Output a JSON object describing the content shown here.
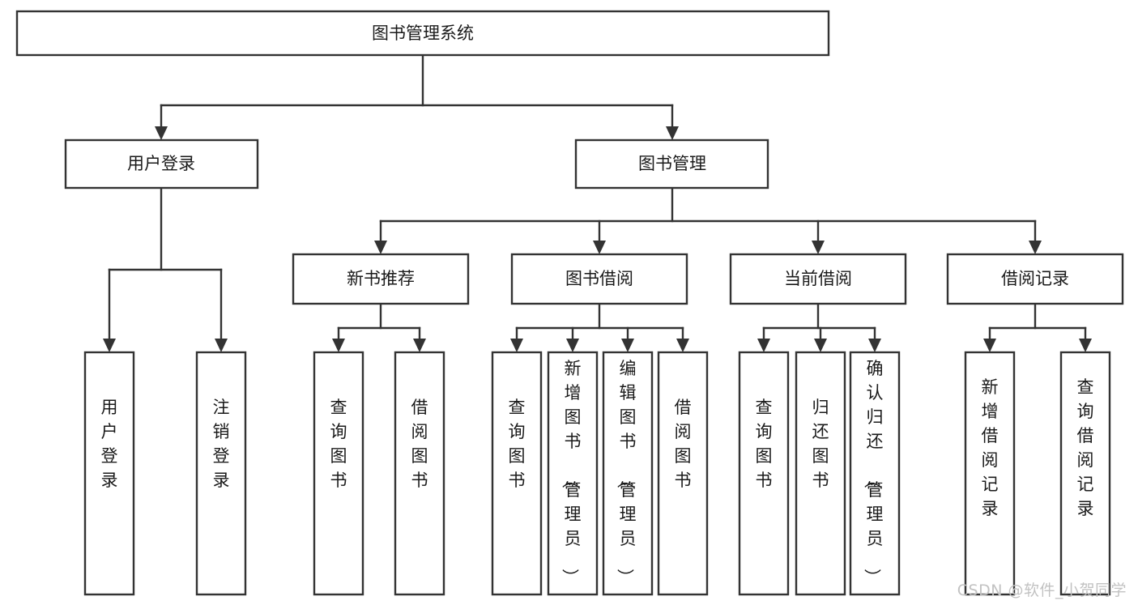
{
  "diagram": {
    "type": "tree",
    "title": "图书管理系统",
    "orientation": "top-down",
    "colors": {
      "box_stroke": "#333333",
      "box_fill": "#ffffff",
      "text": "#1a1a1a",
      "background": "#ffffff",
      "watermark": "#c2c2c2"
    },
    "root": {
      "label": "图书管理系统"
    },
    "level1": [
      {
        "label": "用户登录"
      },
      {
        "label": "图书管理"
      }
    ],
    "level2": [
      {
        "label": "新书推荐"
      },
      {
        "label": "图书借阅"
      },
      {
        "label": "当前借阅"
      },
      {
        "label": "借阅记录"
      }
    ],
    "leaves": {
      "user_login": [
        {
          "label": "用户登录"
        },
        {
          "label": "注销登录"
        }
      ],
      "new_book_recommend": [
        {
          "label": "查询图书"
        },
        {
          "label": "借阅图书"
        }
      ],
      "book_borrow": [
        {
          "label": "查询图书"
        },
        {
          "label": "新增图书（管理员）"
        },
        {
          "label": "编辑图书（管理员）"
        },
        {
          "label": "借阅图书"
        }
      ],
      "current_borrow": [
        {
          "label": "查询图书"
        },
        {
          "label": "归还图书"
        },
        {
          "label": "确认归还（管理员）"
        }
      ],
      "borrow_record": [
        {
          "label": "新增借阅记录"
        },
        {
          "label": "查询借阅记录"
        }
      ]
    }
  },
  "watermark": {
    "text": "CSDN @软件_小贺同学"
  }
}
